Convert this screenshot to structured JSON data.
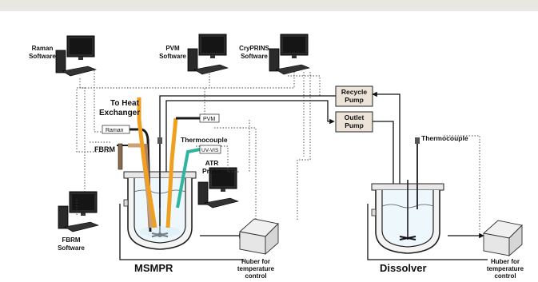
{
  "labels": {
    "raman_software": [
      "Raman",
      "Software"
    ],
    "pvm_software": [
      "PVM",
      "Software"
    ],
    "cryprins_software": [
      "CryPRINS",
      "Software"
    ],
    "fbrm_software": [
      "FBRM",
      "Software"
    ],
    "to_heat_exchanger": [
      "To Heat",
      "Exchanger"
    ],
    "recycle_pump": [
      "Recycle",
      "Pump"
    ],
    "outlet_pump": [
      "Outlet",
      "Pump"
    ],
    "thermocouple_left": "Thermocouple",
    "thermocouple_right": "Thermocouple",
    "atr_probe": [
      "ATR",
      "Probe"
    ],
    "fbrm": "FBRM",
    "raman_tag": "Raman",
    "pvm_tag": "PVM",
    "uvvis_tag": "UV-VIS",
    "msmpr": "MSMPR",
    "dissolver": "Dissolver",
    "huber_left": [
      "Huber for",
      "temperature",
      "control"
    ],
    "huber_right": [
      "Huber for",
      "temperature",
      "control"
    ]
  },
  "colors": {
    "orange": "#f0a020",
    "green": "#2db5a0",
    "brown": "#b08060",
    "tan": "#c9a27a",
    "dark": "#1a1a1a"
  },
  "icons": [
    "computer-icon"
  ]
}
